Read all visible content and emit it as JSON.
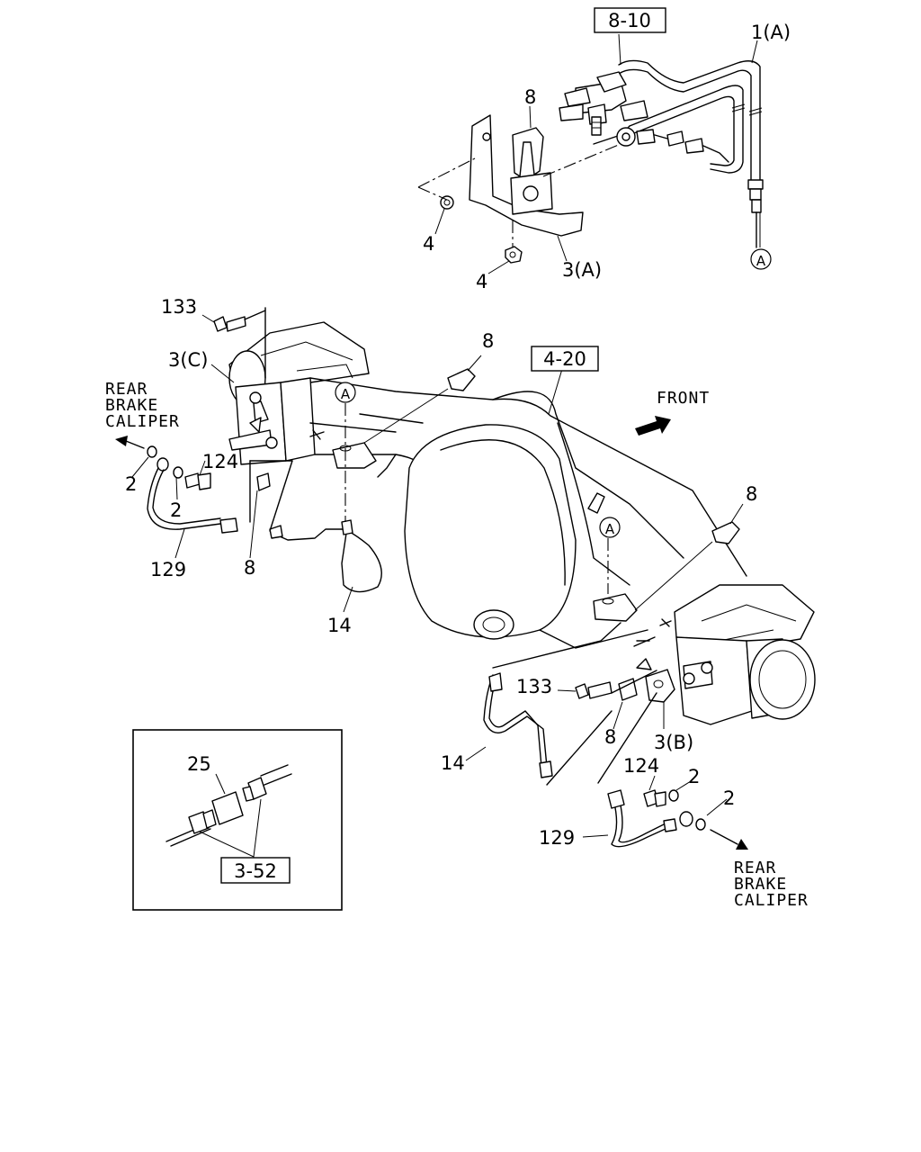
{
  "refs": {
    "ref_8_10": "8-10",
    "ref_4_20": "4-20",
    "ref_3_52": "3-52"
  },
  "callouts": {
    "pipe_1a": "1(A)",
    "clip_8_top": "8",
    "nut_4_left": "4",
    "nut_4_bottom": "4",
    "bracket_3a": "3(A)",
    "bolt_133_left": "133",
    "bracket_3c": "3(C)",
    "clip_8_center": "8",
    "washer_2_left": "2",
    "bolt_124_left": "124",
    "washer_2_left_b": "2",
    "hose_129_left": "129",
    "clip_8_left": "8",
    "pipe_14_left": "14",
    "clip_8_right": "8",
    "bolt_133_right": "133",
    "clip_8_right_b": "8",
    "bracket_3b": "3(B)",
    "pipe_14_right": "14",
    "bolt_124_right": "124",
    "washer_2_right_a": "2",
    "washer_2_right_b": "2",
    "hose_129_right": "129",
    "connector_25": "25"
  },
  "markers": {
    "a_top": "A",
    "a_center_left": "A",
    "a_center_right": "A"
  },
  "directions": {
    "front": "FRONT",
    "rear_caliper_left": [
      "REAR",
      "BRAKE",
      "CALIPER"
    ],
    "rear_caliper_right": [
      "REAR",
      "BRAKE",
      "CALIPER"
    ]
  }
}
